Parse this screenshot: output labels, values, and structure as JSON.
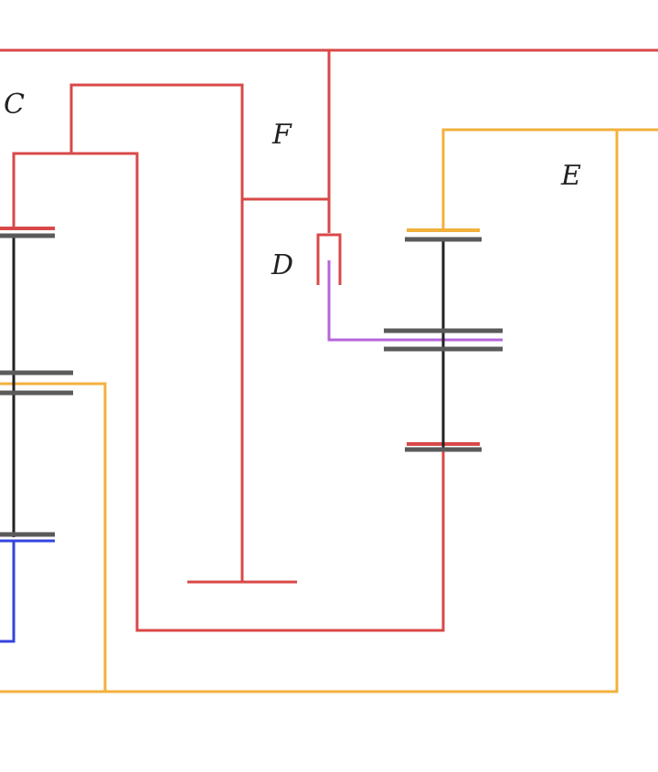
{
  "labels": {
    "c": "C",
    "f": "F",
    "d": "D",
    "e": "E"
  },
  "colors": {
    "red": "#d94848",
    "orange": "#f2b13c",
    "black": "#222222",
    "gray": "#707070",
    "purple": "#b565d8",
    "blue": "#3344dd"
  }
}
